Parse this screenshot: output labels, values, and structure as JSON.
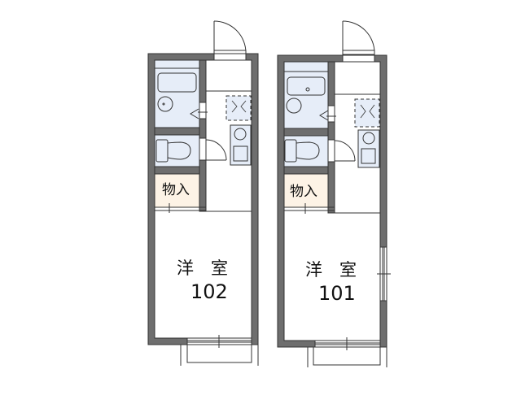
{
  "floorplan": {
    "colors": {
      "wall": "#6e6e6e",
      "wall_outline": "#333333",
      "wet_area": "#e6edf8",
      "closet": "#fdf3e6",
      "background": "#ffffff"
    },
    "units": [
      {
        "id": "unit-102",
        "room_type": "洋　室",
        "room_number": "102",
        "closet_label": "物入"
      },
      {
        "id": "unit-101",
        "room_type": "洋　室",
        "room_number": "101",
        "closet_label": "物入"
      }
    ]
  }
}
